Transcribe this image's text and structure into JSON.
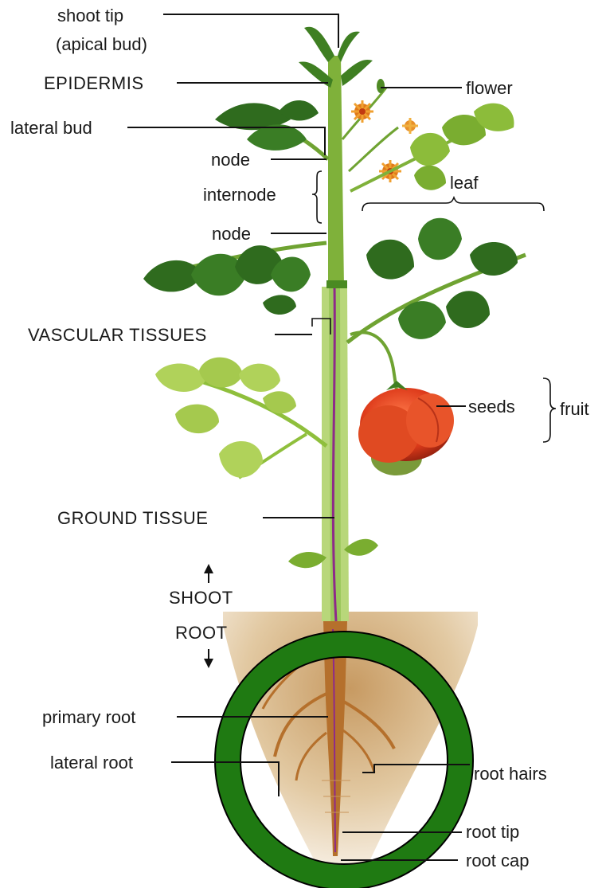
{
  "labels": {
    "shoot_tip": "shoot tip",
    "apical_bud": "(apical bud)",
    "epidermis": "EPIDERMIS",
    "lateral_bud": "lateral bud",
    "node_upper": "node",
    "internode": "internode",
    "node_lower": "node",
    "flower": "flower",
    "leaf": "leaf",
    "vascular_tissues": "VASCULAR TISSUES",
    "seeds": "seeds",
    "fruit": "fruit",
    "ground_tissue": "GROUND TISSUE",
    "shoot": "SHOOT",
    "root": "ROOT",
    "primary_root": "primary root",
    "lateral_root": "lateral root",
    "root_hairs": "root hairs",
    "root_tip": "root tip",
    "root_cap": "root cap"
  },
  "colors": {
    "leaf_dark": "#2f6b1e",
    "leaf_light": "#9cc23a",
    "stem": "#8fbf3c",
    "vascular": "#8e2a8a",
    "tomato": "#e0401e",
    "soil": "#d9b98c",
    "root": "#b5702c",
    "highlight_ring": "#1f7a12"
  }
}
